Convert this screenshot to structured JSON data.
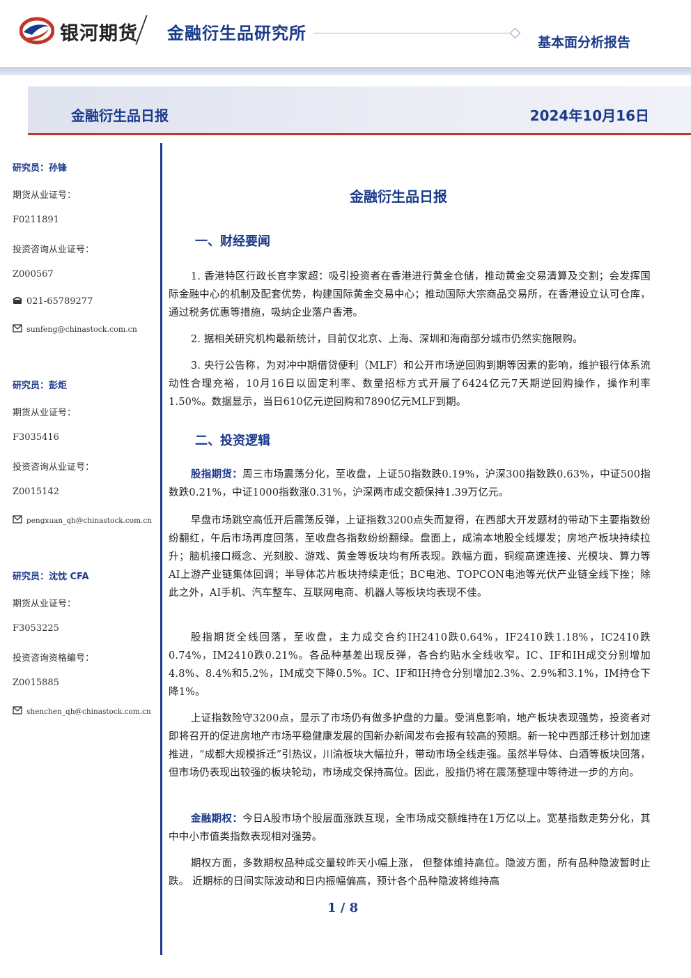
{
  "header": {
    "company": "银河期货",
    "institute": "金融衍生品研究所",
    "report_type": "基本面分析报告"
  },
  "banner": {
    "title": "金融衍生品日报",
    "date": "2024年10月16日"
  },
  "analysts": [
    {
      "name": "研究员：孙锋",
      "license_label": "期货从业证号：",
      "license": "F0211891",
      "consult_label": "投资咨询从业证号：",
      "consult": "Z000567",
      "phone": "021-65789277",
      "email": "sunfeng@chinastock.com.cn"
    },
    {
      "name": "研究员：彭炬",
      "license_label": "期货从业证号：",
      "license": "F3035416",
      "consult_label": "投资咨询从业证号：",
      "consult": "Z0015142",
      "email": "pengxuan_qh@chinastock.com.cn"
    },
    {
      "name": "研究员：沈忱  CFA",
      "license_label": "期货从业证号：",
      "license": "F3053225",
      "consult_label": "投资咨询资格编号：",
      "consult": "Z0015885",
      "email": "shenchen_qh@chinastock.com.cn"
    }
  ],
  "doc": {
    "title": "金融衍生品日报",
    "section1": "一、财经要闻",
    "news": [
      "1. 香港特区行政长官李家超：吸引投资者在香港进行黄金仓储，推动黄金交易清算及交割；会发挥国际金融中心的机制及配套优势，构建国际黄金交易中心；推动国际大宗商品交易所，在香港设立认可仓库，通过税务优惠等措施，吸纳企业落户香港。",
      "2. 据相关研究机构最新统计，目前仅北京、上海、深圳和海南部分城市仍然实施限购。",
      "3. 央行公告称，为对冲中期借贷便利（MLF）和公开市场逆回购到期等因素的影响，维护银行体系流动性合理充裕，10月16日以固定利率、数量招标方式开展了6424亿元7天期逆回购操作，操作利率1.50%。数据显示，当日610亿元逆回购和7890亿元MLF到期。"
    ],
    "section2": "二、投资逻辑",
    "stock_label": "股指期货：",
    "stock_p1": "周三市场震荡分化，至收盘，上证50指数跌0.19%，沪深300指数跌0.63%，中证500指数跌0.21%，中证1000指数涨0.31%，沪深两市成交额保持1.39万亿元。",
    "stock_p2": "早盘市场跳空高低开后震荡反弹，上证指数3200点失而复得，在西部大开发题材的带动下主要指数纷纷翻红，午后市场再度回落，至收盘各指数纷纷翻绿。盘面上，成渝本地股全线爆发；房地产板块持续拉升；脑机接口概念、光刻胶、游戏、黄金等板块均有所表现。跌幅方面，铜缆高速连接、光模块、算力等AI上游产业链集体回调；半导体芯片板块持续走低；BC电池、TOPCON电池等光伏产业链全线下挫；除此之外，AI手机、汽车整车、互联网电商、机器人等板块均表现不佳。",
    "stock_p3": "股指期货全线回落，至收盘，主力成交合约IH2410跌0.64%，IF2410跌1.18%，IC2410跌0.74%，IM2410跌0.21%。各品种基差出现反弹，各合约贴水全线收窄。IC、IF和IH成交分别增加4.8%、8.4%和5.2%，IM成交下降0.5%。IC、IF和IH持仓分别增加2.3%、2.9%和3.1%，IM持仓下降1%。",
    "stock_p4": "上证指数险守3200点，显示了市场仍有做多护盘的力量。受消息影响，地产板块表现强势，投资者对即将召开的促进房地产市场平稳健康发展的国新办新闻发布会报有较高的预期。新一轮中西部迁移计划加速推进，“成都大规模拆迁”引热议，川渝板块大幅拉升，带动市场全线走强。虽然半导体、白酒等板块回落，但市场仍表现出较强的板块轮动，市场成交保持高位。因此，股指仍将在震荡整理中等待进一步的方向。",
    "option_label": "金融期权：",
    "option_p1": "今日A股市场个股层面涨跌互现，全市场成交额维持在1万亿以上。宽基指数走势分化，其中中小市值类指数表现相对强势。",
    "option_p2": "期权方面，多数期权品种成交量较昨天小幅上涨， 但整体维持高位。隐波方面，所有品种隐波暂时止跌。 近期标的日间实际波动和日内振幅偏高，预计各个品种隐波将维持高"
  },
  "page": "1 / 8",
  "colors": {
    "brand": "#1a3a8a",
    "accent": "#c2372a"
  }
}
